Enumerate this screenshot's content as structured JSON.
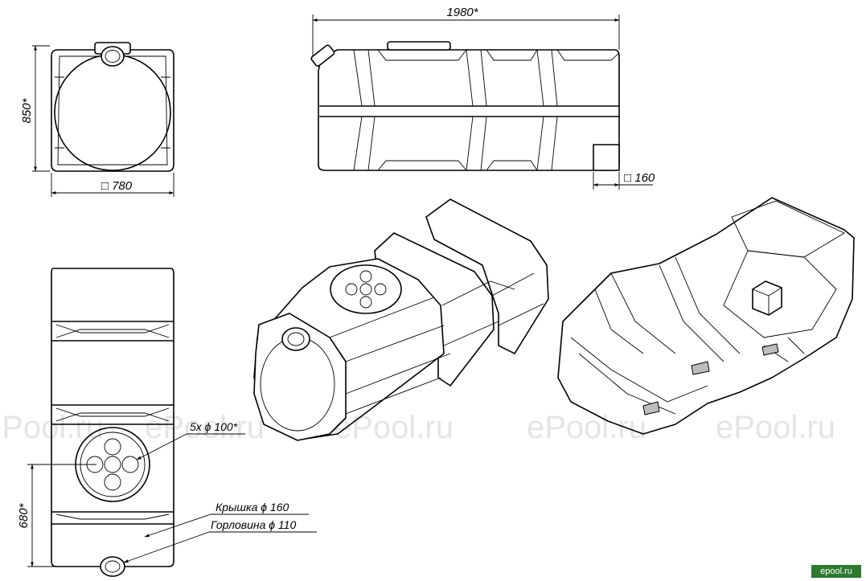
{
  "dimensions": {
    "length": "1980*",
    "height": "850*",
    "width": "□ 780",
    "outlet": "□ 160",
    "neck_height": "680*"
  },
  "callouts": {
    "vents": "5x ϕ 100*",
    "lid": "Крышка ϕ 160",
    "neck": "Горловина ϕ 110"
  },
  "watermark": {
    "text": "ePool.ru",
    "badge": "epool.ru",
    "badge_color": "#2d7a2d"
  }
}
